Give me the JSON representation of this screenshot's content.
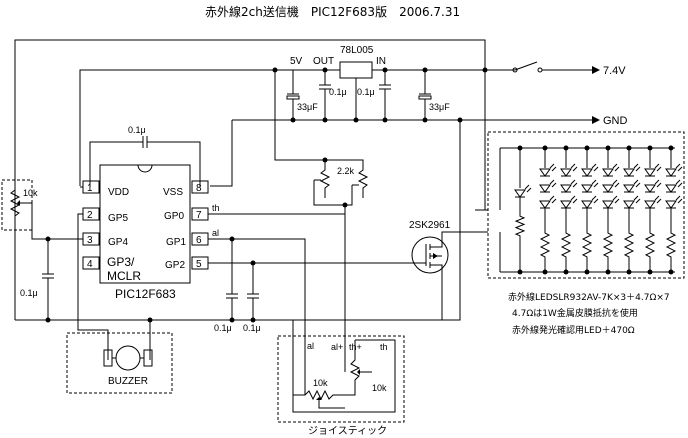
{
  "title": "赤外線2ch送信機　PIC12F683版　2006.7.31",
  "chip": {
    "name": "PIC12F683",
    "pins": {
      "p1": "1",
      "p2": "2",
      "p3": "3",
      "p4": "4",
      "p5": "5",
      "p6": "6",
      "p7": "7",
      "p8": "8"
    },
    "pin_labels": {
      "vdd": "VDD",
      "gp5": "GP5",
      "gp4": "GP4",
      "gp3a": "GP3/",
      "gp3b": "MCLR",
      "vss": "VSS",
      "gp0": "GP0",
      "gp1": "GP1",
      "gp2": "GP2"
    }
  },
  "power": {
    "v5": "5V",
    "out": "OUT",
    "reg": "78L005",
    "in": "IN",
    "v74": "7.4V",
    "gnd": "GND"
  },
  "caps": {
    "c_top": "0.1μ",
    "c_reg1": "0.1μ",
    "c_reg2": "0.1μ",
    "c_33a": "33μF",
    "c_33b": "33μF",
    "c_left": "0.1μ",
    "c_gp1": "0.1μ",
    "c_gp2": "0.1μ"
  },
  "resistors": {
    "r10k_left": "10k",
    "r22k": "2.2k",
    "r10k_joy1": "10k",
    "r10k_joy2": "10k"
  },
  "signals": {
    "th": "th",
    "al": "al",
    "al_j": "al",
    "alp": "al+",
    "thp": "th+",
    "th_j": "th"
  },
  "transistor": "2SK2961",
  "buzzer": "BUZZER",
  "joystick": "ジョイスティック",
  "notes": {
    "line1": "赤外線LEDSLR932AV-7K×3＋4.7Ω×7",
    "line2": "4.7Ωは1W金属皮膜抵抗を使用",
    "line3": "赤外線発光確認用LED＋470Ω"
  }
}
